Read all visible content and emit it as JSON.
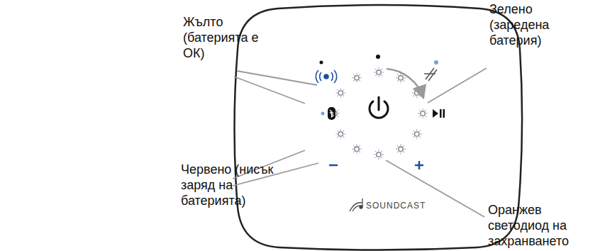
{
  "diagram": {
    "labels": [
      "Жълто (батерията е ОК)",
      "Зелено (заредена батерия)",
      "Червено (нисък заряд на батерията)",
      "Оранжев светодиод на захранването",
      "SOUNDCAST"
    ]
  }
}
